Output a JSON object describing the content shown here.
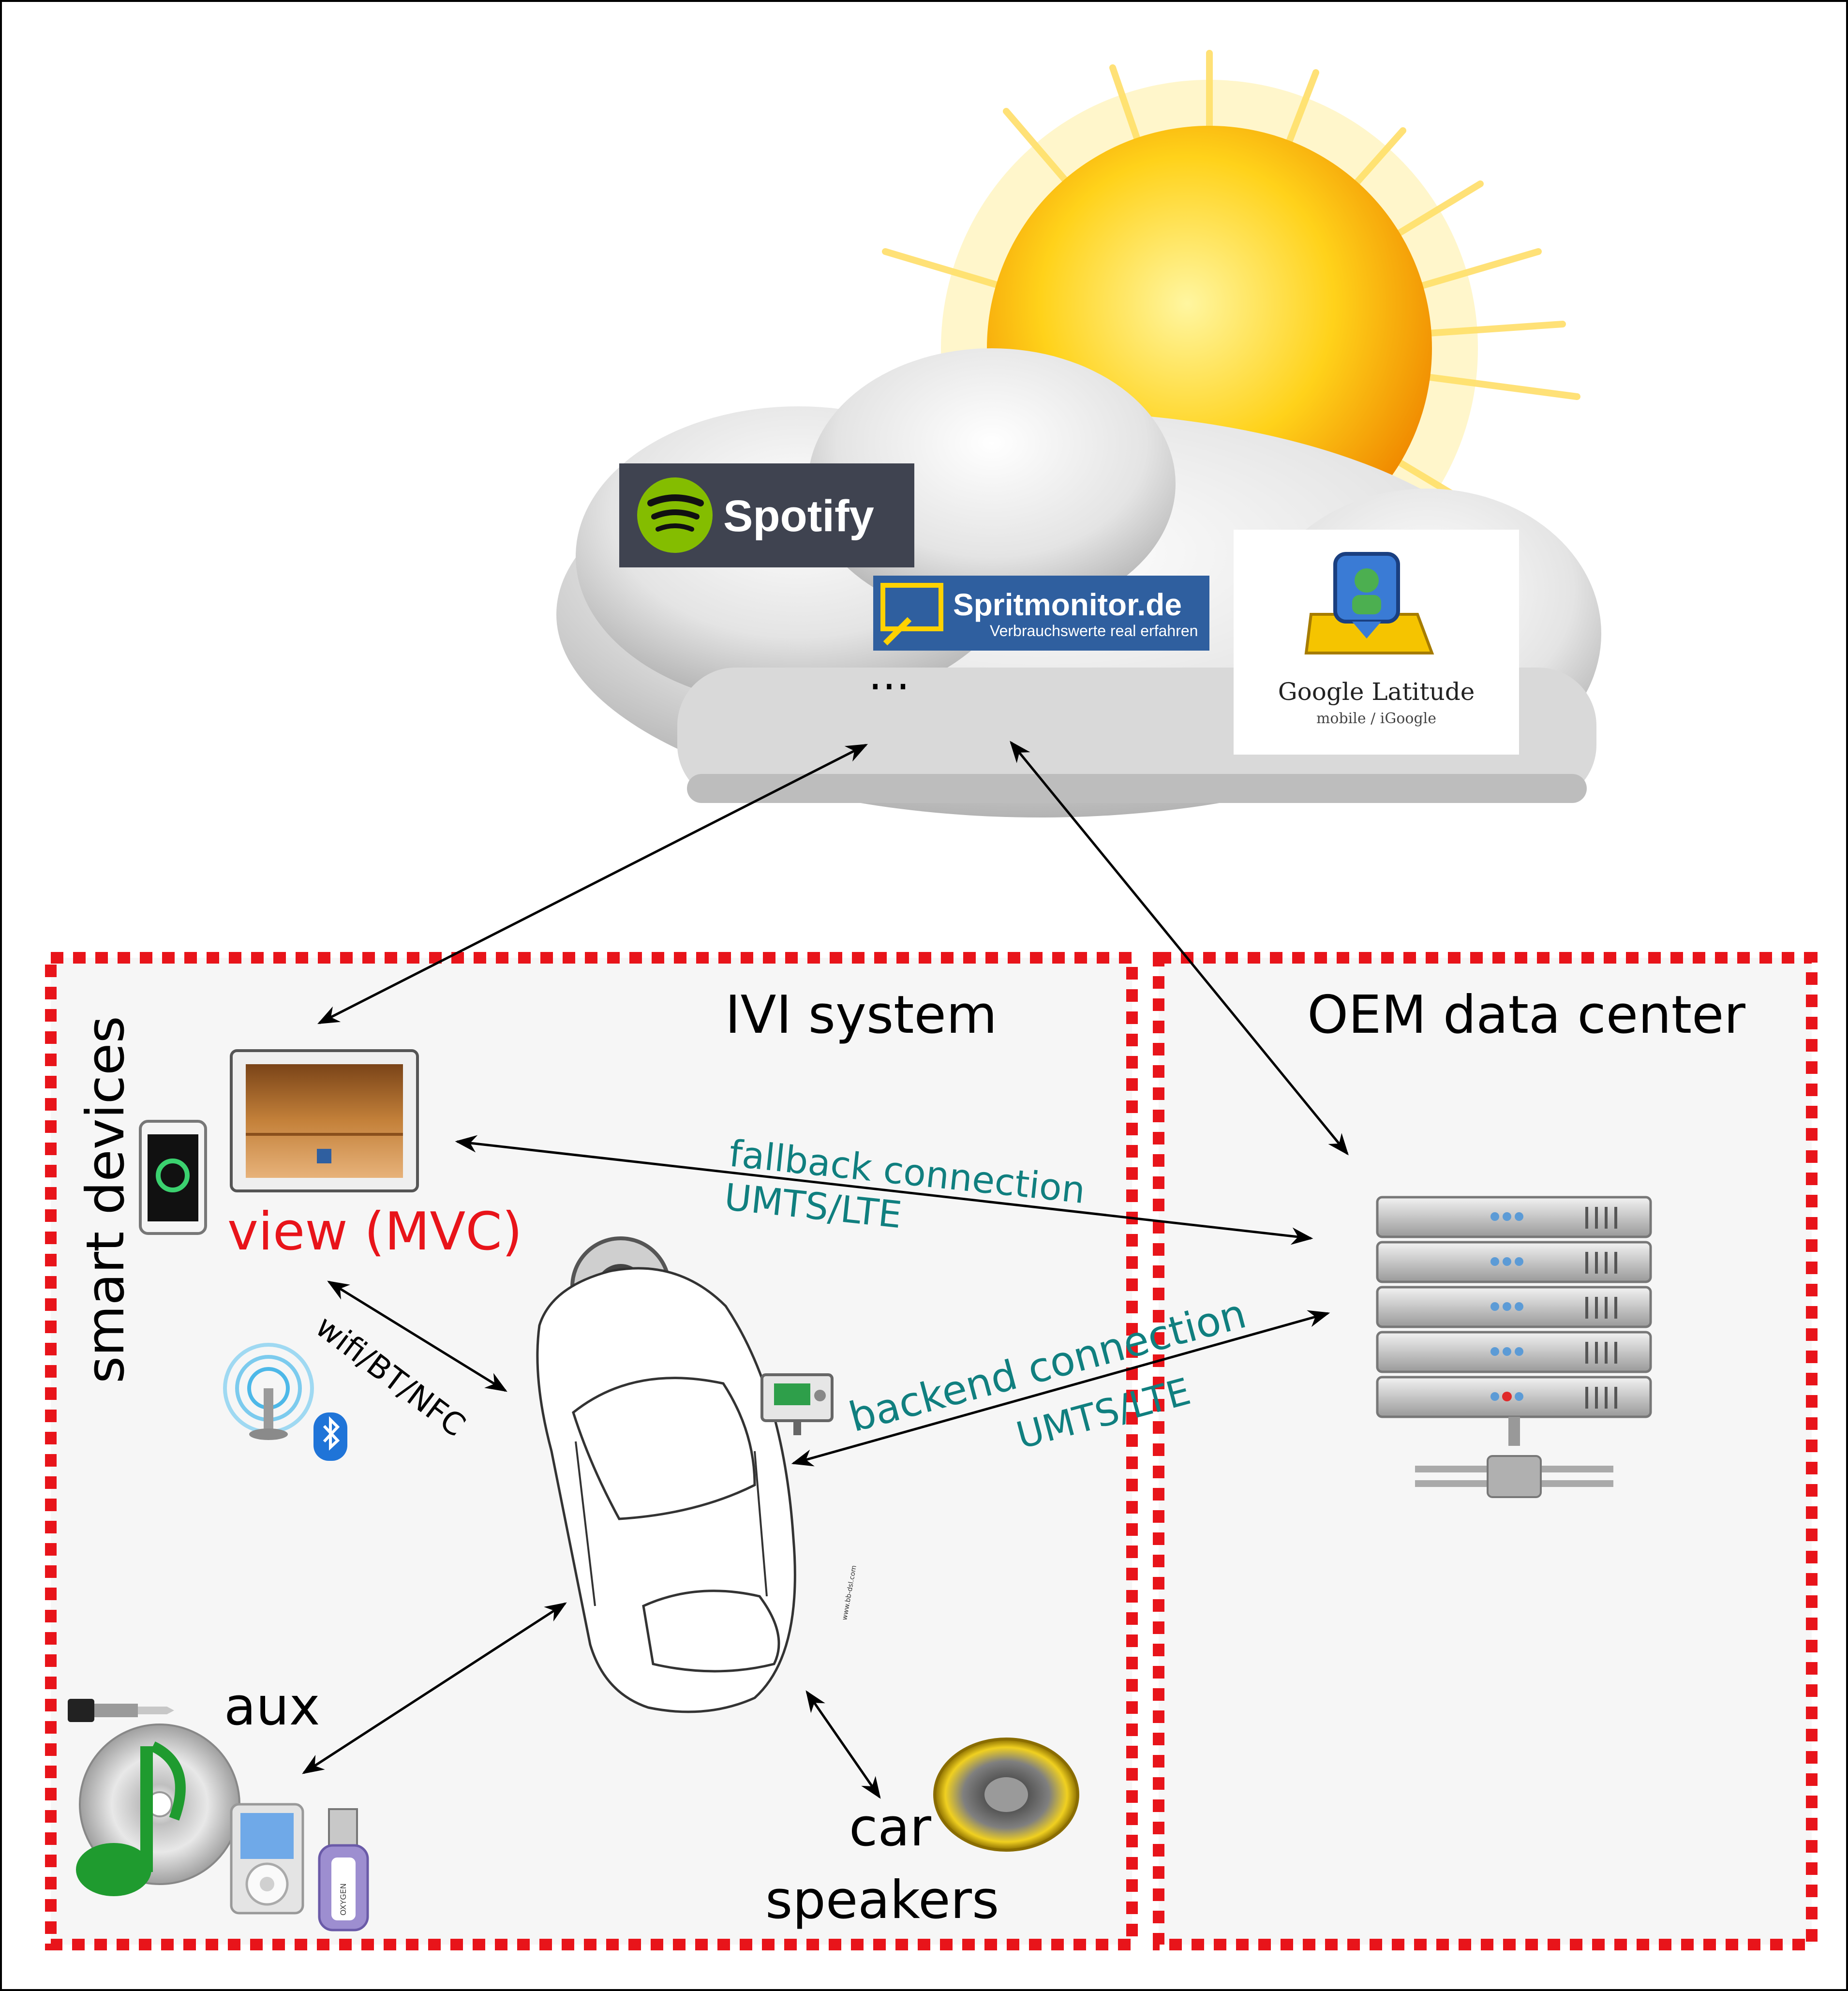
{
  "cloud": {
    "services": {
      "spotify": "Spotify",
      "spritmonitor_title": "Spritmonitor.de",
      "spritmonitor_tagline": "Verbrauchswerte real erfahren",
      "latitude_title": "Google Latitude",
      "latitude_subtitle": "mobile / iGoogle",
      "ellipsis": "..."
    }
  },
  "regions": {
    "ivi": {
      "title": "IVI system"
    },
    "oem": {
      "title": "OEM data center"
    }
  },
  "labels": {
    "smart_devices": "smart devices",
    "view": "view (MVC)",
    "wireless": "wifi/BT/NFC",
    "fallback_line1": "fallback connection",
    "fallback_line2": "UMTS/LTE",
    "backend_line1": "backend connection",
    "backend_line2": "UMTS/LTE",
    "aux": "aux",
    "car": "car",
    "speakers": "speakers",
    "usb_brand": "OXYGEN",
    "car_watermark": "www.bb-dsl.com"
  },
  "colors": {
    "border_red": "#e8141a",
    "teal": "#107f7f",
    "view_red": "#e8141a",
    "panel_bg": "#f6f6f6",
    "spotify_green": "#1ed760",
    "spotify_bg": "#3f4350",
    "sprit_blue": "#2f5f9f"
  },
  "icons": [
    "sun-icon",
    "cloud-icon",
    "tablet-icon",
    "phone-icon",
    "webcam-icon",
    "car-icon",
    "radio-module-icon",
    "server-rack-icon",
    "wifi-antenna-icon",
    "bluetooth-icon",
    "audio-jack-icon",
    "music-cd-icon",
    "ipod-icon",
    "usb-stick-icon",
    "speaker-icon"
  ]
}
